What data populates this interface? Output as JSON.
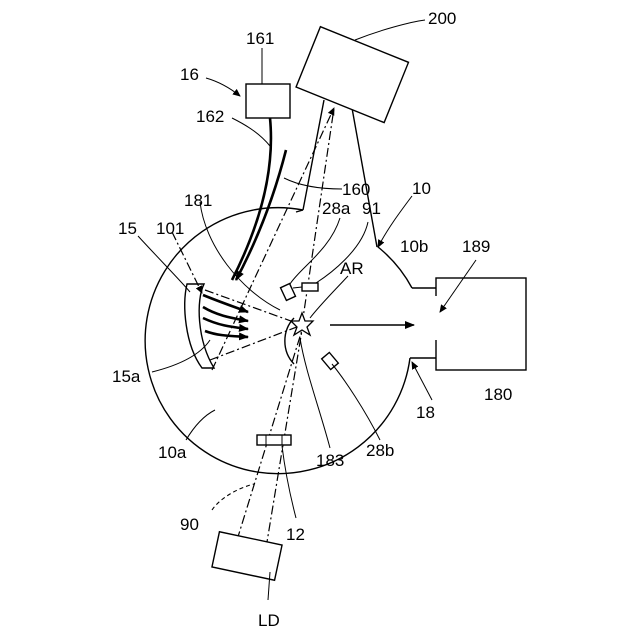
{
  "labels": {
    "l200": "200",
    "l161": "161",
    "l16": "16",
    "l162": "162",
    "l160": "160",
    "l10": "10",
    "l181": "181",
    "l28a": "28a",
    "l91": "91",
    "l15": "15",
    "l101": "101",
    "l10b": "10b",
    "l189": "189",
    "lAR": "AR",
    "l15a": "15a",
    "l180": "180",
    "l18": "18",
    "l10a": "10a",
    "l183": "183",
    "l28b": "28b",
    "l90": "90",
    "l12": "12",
    "lLD": "LD"
  }
}
